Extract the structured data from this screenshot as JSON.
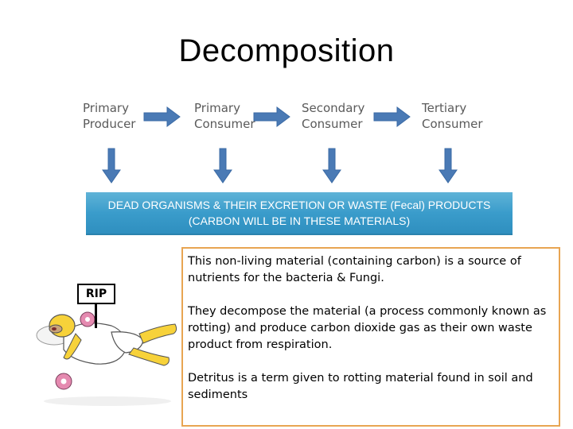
{
  "title": "Decomposition",
  "food_chain": {
    "levels": [
      {
        "line1": "Primary",
        "line2": "Producer"
      },
      {
        "line1": "Primary",
        "line2": "Consumer"
      },
      {
        "line1": "Secondary",
        "line2": "Consumer"
      },
      {
        "line1": "Tertiary",
        "line2": "Consumer"
      }
    ]
  },
  "dead_box": {
    "line1": "DEAD ORGANISMS & THEIR EXCRETION OR WASTE (Fecal) PRODUCTS",
    "line2": "(CARBON WILL BE IN THESE MATERIALS)"
  },
  "info": {
    "p1": "This non-living material (containing carbon) is a source of nutrients for the bacteria & Fungi.",
    "p2": "They decompose the material (a process commonly known as rotting) and produce carbon dioxide gas as their own waste product from respiration.",
    "p3": "Detritus is a term given to rotting material found in soil and sediments"
  },
  "rip_sign": "RIP",
  "colors": {
    "arrow": "#4a7ab5",
    "box_blue": "#3a9ccb",
    "info_border": "#e8a552"
  }
}
